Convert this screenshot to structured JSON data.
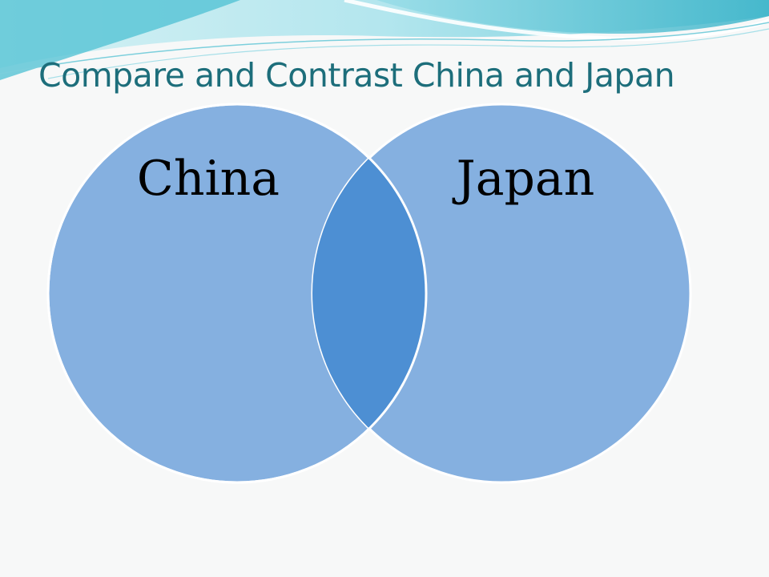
{
  "slide": {
    "title": "Compare and Contrast China and Japan"
  },
  "venn": {
    "left_label": "China",
    "right_label": "Japan"
  },
  "colors": {
    "background": "#f7f8f8",
    "title": "#1d6e7b",
    "circle_fill": "#85b0e0",
    "overlap_fill": "#4d8fd3",
    "circle_outline": "#ffffff",
    "label_text": "#000000",
    "wave_light": "#cdeef2",
    "wave_mid": "#8ad8e4",
    "wave_dark": "#3fb7cc"
  }
}
